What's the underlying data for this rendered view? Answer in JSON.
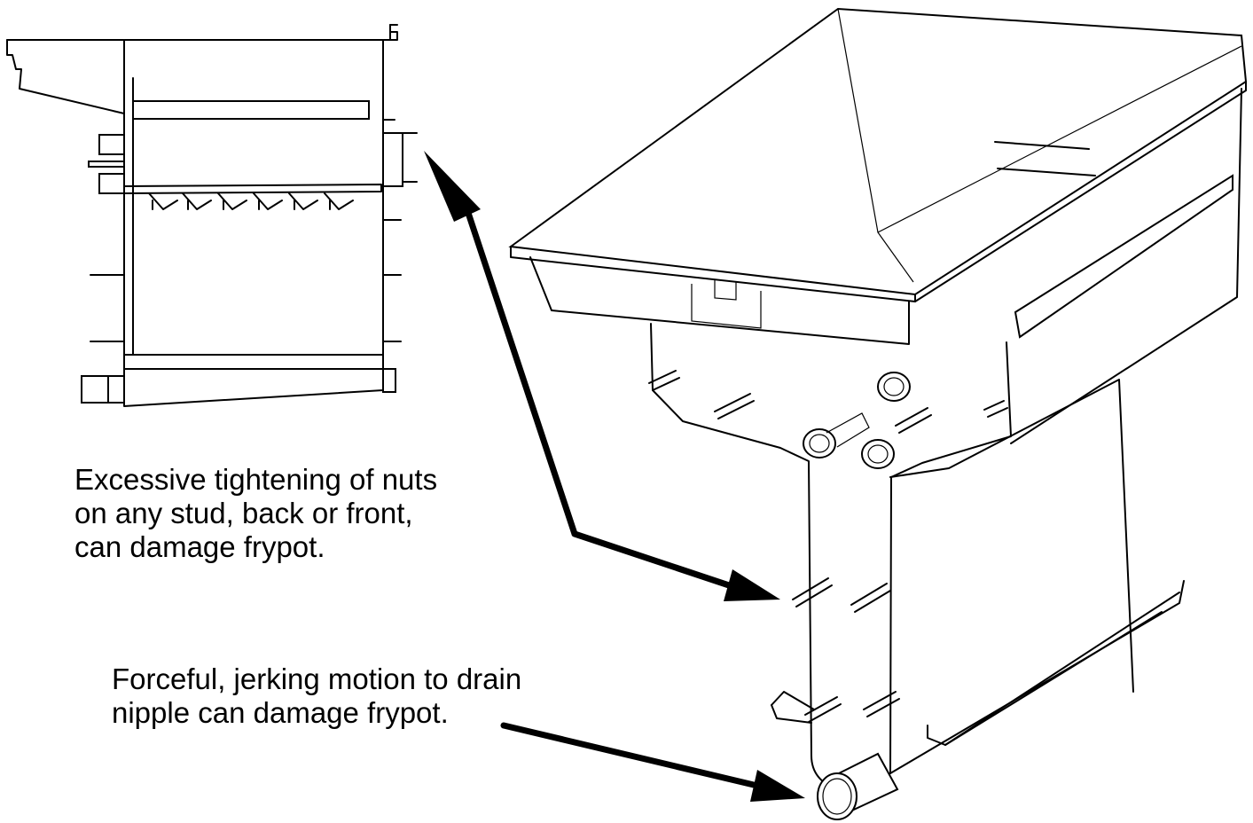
{
  "captions": {
    "stud_warning": {
      "lines": [
        "Excessive tightening of nuts",
        "on any stud, back or front,",
        "can damage frypot."
      ]
    },
    "drain_warning": {
      "lines": [
        "Forceful, jerking motion to drain",
        "nipple can damage frypot."
      ]
    }
  },
  "colors": {
    "line": "#000000",
    "background": "#ffffff"
  }
}
